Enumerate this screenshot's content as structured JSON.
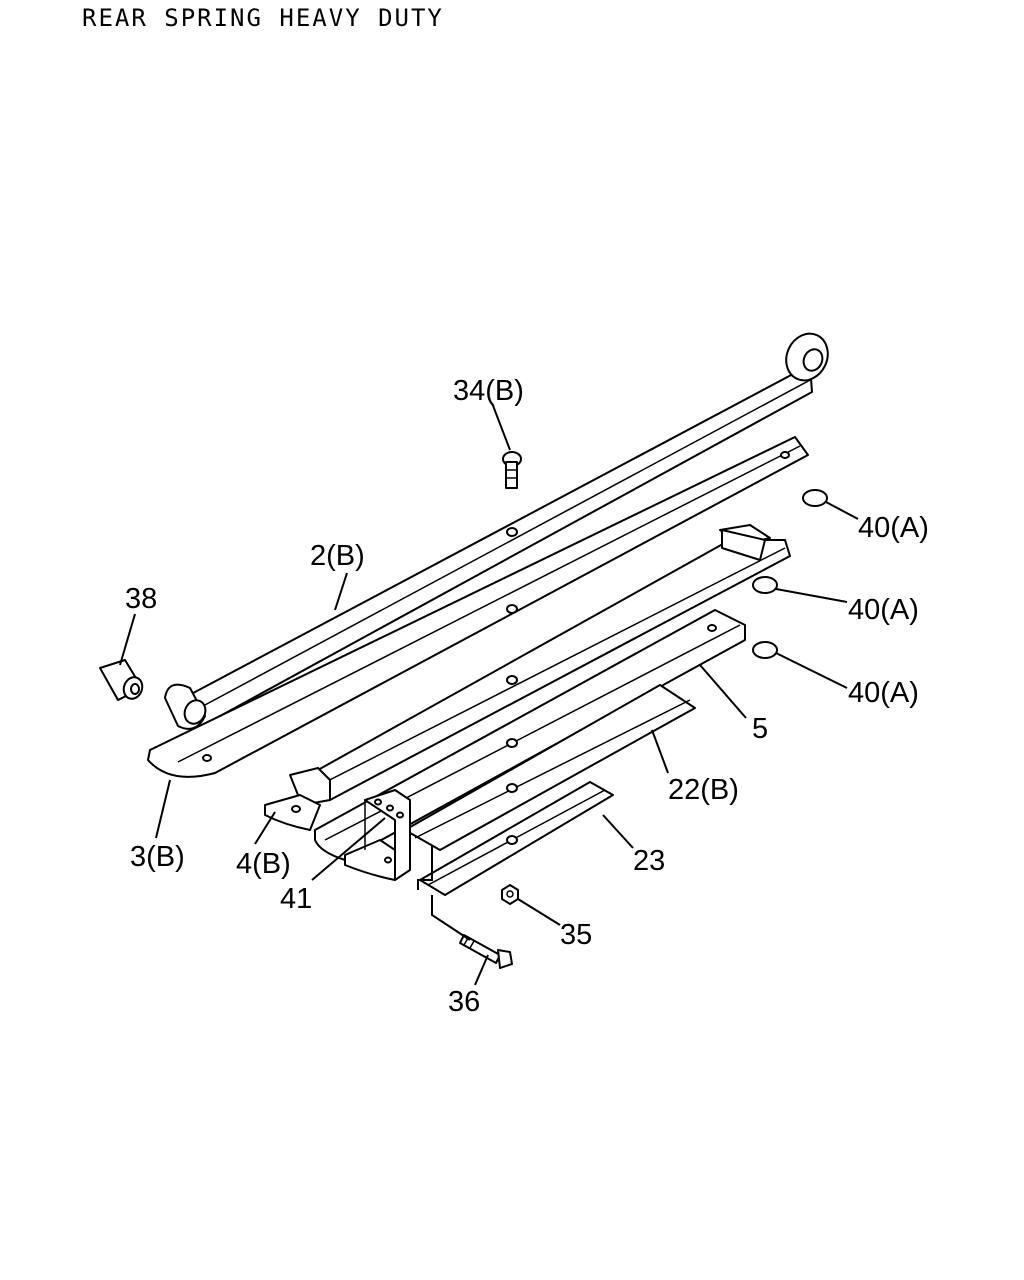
{
  "diagram": {
    "title": "REAR SPRING HEAVY DUTY",
    "callouts": {
      "c34": "34(B)",
      "c2": "2(B)",
      "c38": "38",
      "c40a": "40(A)",
      "c40b": "40(A)",
      "c40c": "40(A)",
      "c5": "5",
      "c22": "22(B)",
      "c23": "23",
      "c3": "3(B)",
      "c4": "4(B)",
      "c41": "41",
      "c35": "35",
      "c36": "36"
    }
  }
}
